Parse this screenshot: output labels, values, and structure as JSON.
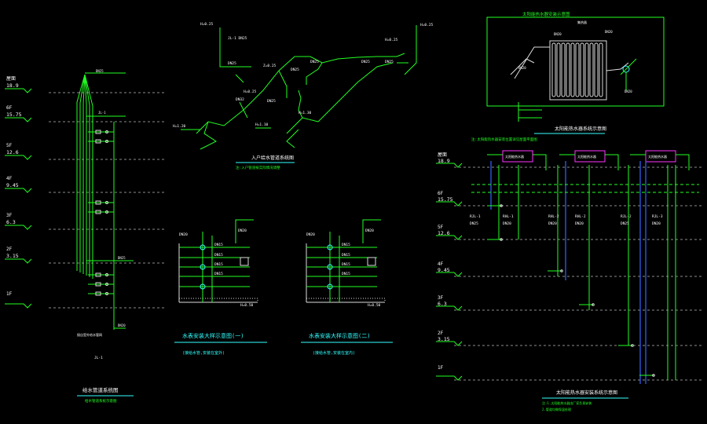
{
  "colors": {
    "background": "#000000",
    "pipe": "#22ff22",
    "text": "#ffffff",
    "title": "#33ffff",
    "riser": "#3366ff",
    "heater": "#ff33ff"
  },
  "left_riser": {
    "levels": [
      {
        "name": "屋面",
        "elev": "18.9"
      },
      {
        "name": "6F",
        "elev": "15.75"
      },
      {
        "name": "5F",
        "elev": "12.6"
      },
      {
        "name": "4F",
        "elev": "9.45"
      },
      {
        "name": "3F",
        "elev": "6.3"
      },
      {
        "name": "2F",
        "elev": "3.15"
      },
      {
        "name": "1F",
        "elev": ""
      }
    ],
    "tags": [
      "DN25",
      "JL-1",
      "DN25",
      "DN20"
    ],
    "note": "接自室外给水管网",
    "number": "JL-1",
    "title": "给水管道系统图",
    "subtitle": "给水管道系统示意图"
  },
  "top_iso": {
    "labels": [
      "H=0.25",
      "JL-1 DN25",
      "DN25",
      "Z=0.25",
      "DN25",
      "DN25",
      "H=0.25",
      "H=0.25",
      "DN25",
      "DN25",
      "H=1.20",
      "H=0.25",
      "DN32",
      "DN25",
      "H=1.10",
      "H=1.30"
    ],
    "title": "入户给水管道系统图",
    "subtitle": "注:入户管道按实际情况调整"
  },
  "kitchen1": {
    "labels": [
      "DN20",
      "DN15",
      "DN15",
      "DN15",
      "DN15",
      "DN20",
      "H=0.50"
    ],
    "title": "水表安装大样示意图(一)",
    "subtitle": "(接给水管,安装在室外)"
  },
  "kitchen2": {
    "labels": [
      "DN20",
      "DN15",
      "DN15",
      "DN15",
      "DN15",
      "DN20",
      "H=0.50"
    ],
    "title": "水表安装大样示意图(二)",
    "subtitle": "(接给水管,安装在室内)"
  },
  "solar_detail": {
    "title": "太阳能热水器安装示意图",
    "labels": [
      "集热器",
      "DN20",
      "DN20",
      "DN20",
      "DN20"
    ]
  },
  "right_riser": {
    "title": "太阳能热水器系统示意图",
    "note": "注:太阳能热水器安装位置详见屋面平面图",
    "levels": [
      {
        "name": "屋面",
        "elev": "18.9"
      },
      {
        "name": "6F",
        "elev": "15.75"
      },
      {
        "name": "5F",
        "elev": "12.6"
      },
      {
        "name": "4F",
        "elev": "9.45"
      },
      {
        "name": "3F",
        "elev": "6.3"
      },
      {
        "name": "2F",
        "elev": "3.15"
      },
      {
        "name": "1F",
        "elev": ""
      }
    ],
    "heater_labels": [
      "太阳能热水器",
      "太阳能热水器",
      "太阳能热水器"
    ],
    "pipe_tags": [
      "RJL-1",
      "RHL-1",
      "RHL-2",
      "RHL-2",
      "RJL-2",
      "RJL-3"
    ],
    "pipe_sizes": [
      "DN25",
      "DN20",
      "DN20",
      "DN20",
      "DN25",
      "DN20"
    ],
    "bottom_title": "太阳能热水器安装系统示意图",
    "bottom_note1": "注:1.太阳能热水器由厂家负责安装",
    "bottom_note2": "2.管道均做保温处理"
  }
}
